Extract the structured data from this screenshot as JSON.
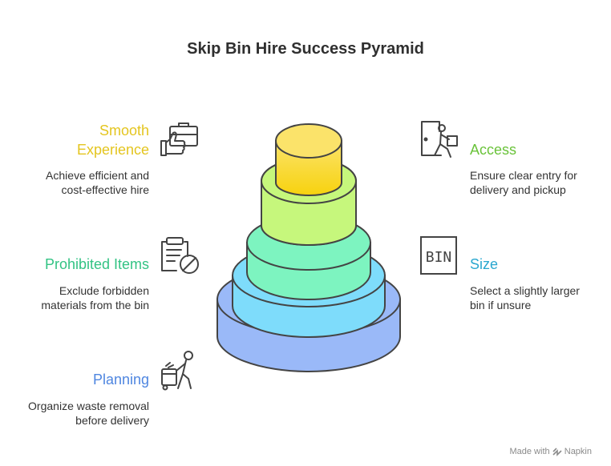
{
  "title": "Skip Bin Hire Success Pyramid",
  "left_items": [
    {
      "label": [
        "Smooth",
        "Experience"
      ],
      "description": [
        "Achieve efficient and",
        "cost-effective hire"
      ],
      "color": "#e4c51f",
      "icon": "briefcase-thumbs-up-icon"
    },
    {
      "label": [
        "Prohibited Items"
      ],
      "description": [
        "Exclude forbidden",
        "materials from the bin"
      ],
      "color": "#33c384",
      "icon": "clipboard-prohibited-icon"
    },
    {
      "label": [
        "Planning"
      ],
      "description": [
        "Organize waste removal",
        "before delivery"
      ],
      "color": "#4f86e0",
      "icon": "person-pushing-bin-icon"
    }
  ],
  "right_items": [
    {
      "label": [
        "Access"
      ],
      "description": [
        "Ensure clear entry for",
        "delivery and pickup"
      ],
      "color": "#6ac33a",
      "icon": "person-entering-door-icon"
    },
    {
      "label": [
        "Size"
      ],
      "description": [
        "Select a slightly larger",
        "bin if unsure"
      ],
      "color": "#2aa7cf",
      "icon": "bin-box-icon",
      "icon_text": "BIN"
    }
  ],
  "tiers": [
    {
      "name": "planning",
      "color": "#9ab9f8"
    },
    {
      "name": "size",
      "color": "#7edcfb"
    },
    {
      "name": "prohibited-items",
      "color": "#7df4c0"
    },
    {
      "name": "access",
      "color": "#c6f77c"
    },
    {
      "name": "smooth-experience",
      "color": "#fbe13c"
    }
  ],
  "footer": {
    "text": "Made with",
    "brand": "Napkin"
  }
}
